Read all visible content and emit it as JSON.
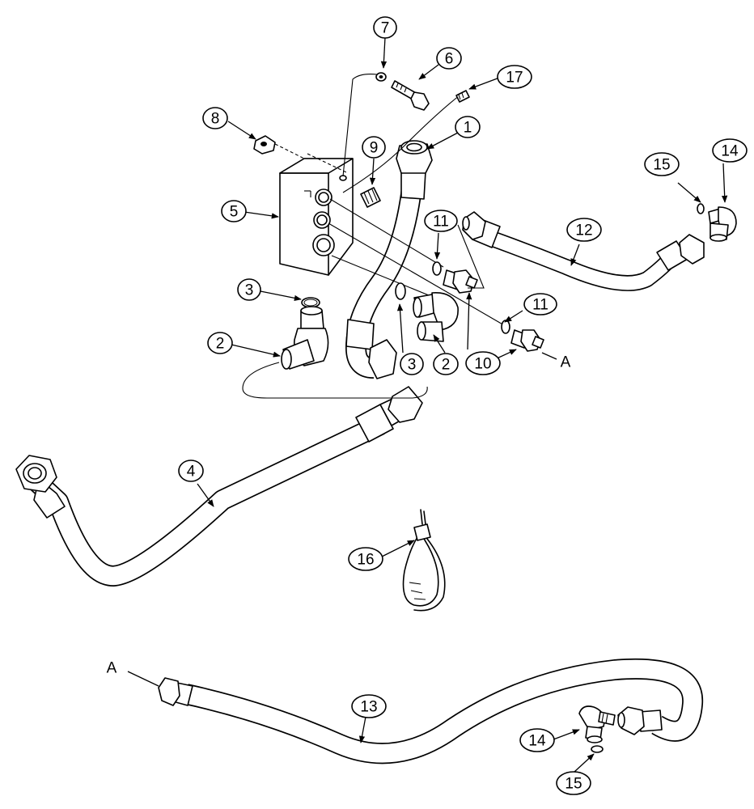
{
  "callouts": {
    "c1": "1",
    "c2a": "2",
    "c2b": "2",
    "c3a": "3",
    "c3b": "3",
    "c4": "4",
    "c5": "5",
    "c6": "6",
    "c7": "7",
    "c8": "8",
    "c9": "9",
    "c10": "10",
    "c11a": "11",
    "c11b": "11",
    "c12": "12",
    "c13": "13",
    "c14a": "14",
    "c14b": "14",
    "c15a": "15",
    "c15b": "15",
    "c16": "16",
    "c17": "17"
  },
  "letters": {
    "top": "A",
    "bottom": "A"
  }
}
